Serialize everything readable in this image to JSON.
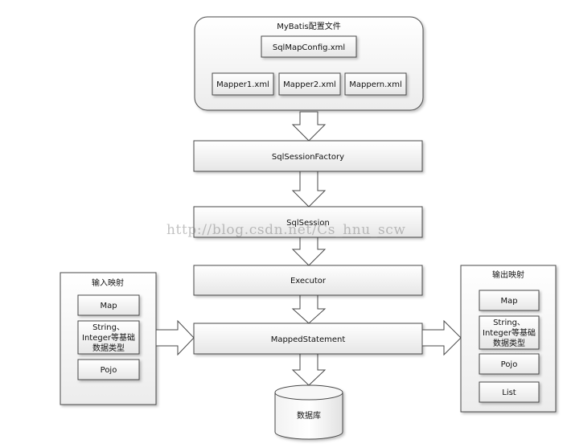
{
  "config_group": {
    "title": "MyBatis配置文件",
    "main_file": "SqlMapConfig.xml",
    "mapper_files": [
      "Mapper1.xml",
      "Mapper2.xml",
      "Mappern.xml"
    ]
  },
  "flow": {
    "factory": "SqlSessionFactory",
    "session": "SqlSession",
    "executor": "Executor",
    "statement": "MappedStatement"
  },
  "input_mapping": {
    "title": "输入映射",
    "items": [
      [
        "Map"
      ],
      [
        "String、",
        "Integer等基础",
        "数据类型"
      ],
      [
        "Pojo"
      ]
    ]
  },
  "output_mapping": {
    "title": "输出映射",
    "items": [
      [
        "Map"
      ],
      [
        "String、",
        "Integer等基础",
        "数据类型"
      ],
      [
        "Pojo"
      ],
      [
        "List"
      ]
    ]
  },
  "database": {
    "label": "数据库"
  },
  "watermark": "http://blog.csdn.net/Cs_hnu_scw",
  "colors": {
    "box_stroke": "#4a4a4a",
    "box_fill_top": "#ffffff",
    "box_fill_bottom": "#e9e9e9",
    "text": "#111111"
  }
}
